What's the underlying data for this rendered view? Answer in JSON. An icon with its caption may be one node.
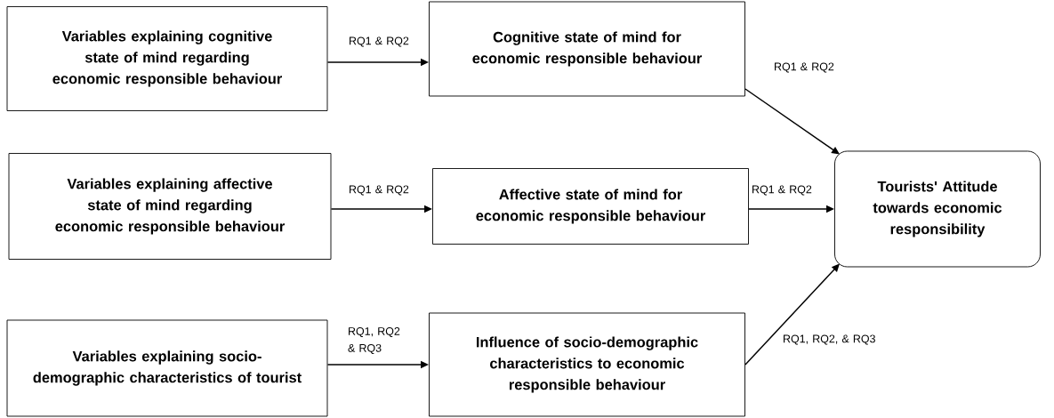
{
  "diagram": {
    "nodes": [
      {
        "text": [
          "Variables explaining cognitive state of mind regarding economic responsible behaviour"
        ]
      },
      {
        "text": [
          "Cognitive state of mind for economic responsible behaviour"
        ]
      },
      {
        "text": [
          "Variables explaining affective state of mind regarding economic responsible behaviour"
        ]
      },
      {
        "text": [
          "Affective state of mind for economic responsible behaviour"
        ]
      },
      {
        "text": [
          "Tourists' Attitude towards economic responsibility"
        ]
      },
      {
        "text": [
          "Variables explaining socio-demographic characteristics of tourist"
        ]
      },
      {
        "text": [
          "Influence of socio-demographic characteristics to economic responsible behaviour"
        ]
      }
    ],
    "edges": [
      {
        "from": 0,
        "to": 1,
        "arrow": "to",
        "label": "RQ1 & RQ2"
      },
      {
        "from": 1,
        "to": 4,
        "arrow": "to",
        "label": "RQ1 & RQ2"
      },
      {
        "from": 2,
        "to": 3,
        "arrow": "to",
        "label": "RQ1 & RQ2"
      },
      {
        "from": 3,
        "to": 4,
        "arrow": "to",
        "label": "RQ1 & RQ2"
      },
      {
        "from": 5,
        "to": 6,
        "arrow": "to",
        "label": "RQ1, RQ2 & RQ3"
      },
      {
        "from": 6,
        "to": 4,
        "arrow": "to",
        "label": "RQ1, RQ2, & RQ3"
      }
    ]
  }
}
